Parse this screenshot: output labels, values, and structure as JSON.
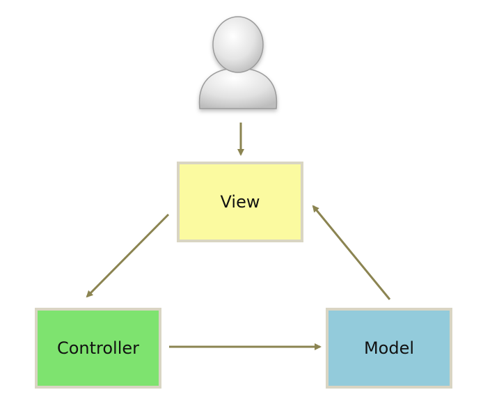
{
  "nodes": {
    "view": {
      "label": "View",
      "color": "#fbfaa0"
    },
    "controller": {
      "label": "Controller",
      "color": "#7ee36f"
    },
    "model": {
      "label": "Model",
      "color": "#93cbdb"
    }
  },
  "user": {
    "icon": "user-icon"
  },
  "edges": [
    {
      "from": "user",
      "to": "view"
    },
    {
      "from": "view",
      "to": "controller"
    },
    {
      "from": "controller",
      "to": "model"
    },
    {
      "from": "model",
      "to": "view"
    }
  ],
  "colors": {
    "arrow": "#8b8451",
    "node_border": "#d9d5c3"
  }
}
